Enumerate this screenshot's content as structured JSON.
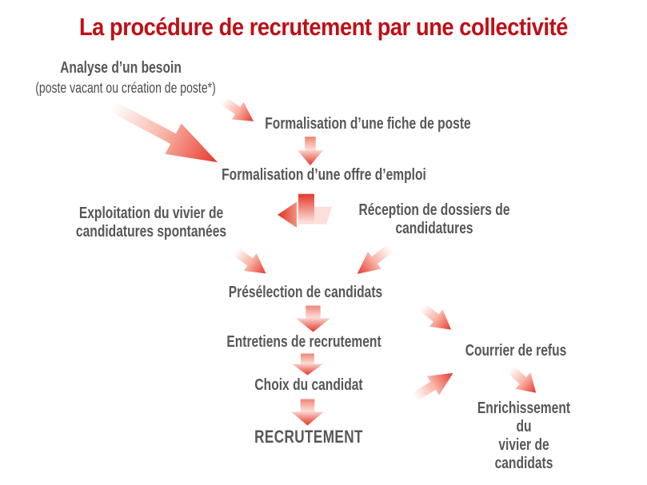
{
  "slide": {
    "title": "La procédure de recrutement par une collectivité",
    "title_color": "#bd1016",
    "text_color": "#575757",
    "arrow_color": "#e5382c",
    "background": "#ffffff"
  },
  "nodes": {
    "analyse": {
      "label": "Analyse d’un besoin",
      "note": "(poste vacant ou création de poste*)"
    },
    "fiche": {
      "label": "Formalisation d’une fiche de poste"
    },
    "offre": {
      "label": "Formalisation d’une offre d’emploi"
    },
    "vivier": {
      "label": "Exploitation du vivier de\ncandidatures spontanées"
    },
    "reception": {
      "label": "Réception de dossiers de\ncandidatures"
    },
    "preselection": {
      "label": "Présélection de candidats"
    },
    "entretiens": {
      "label": "Entretiens de recrutement"
    },
    "choix": {
      "label": "Choix du candidat"
    },
    "recrutement": {
      "label": "RECRUTEMENT"
    },
    "refus": {
      "label": "Courrier de refus"
    },
    "enrichissement": {
      "label": "Enrichissement du\nvivier de candidats"
    }
  },
  "edges": [
    {
      "from": "analyse",
      "to": "offre"
    },
    {
      "from": "analyse",
      "to": "fiche"
    },
    {
      "from": "fiche",
      "to": "offre"
    },
    {
      "from": "offre",
      "to": "preselection"
    },
    {
      "from": "vivier",
      "to": "preselection"
    },
    {
      "from": "reception",
      "to": "preselection"
    },
    {
      "from": "preselection",
      "to": "entretiens"
    },
    {
      "from": "entretiens",
      "to": "choix"
    },
    {
      "from": "choix",
      "to": "recrutement"
    },
    {
      "from": "entretiens",
      "to": "refus"
    },
    {
      "from": "choix",
      "to": "refus"
    },
    {
      "from": "refus",
      "to": "enrichissement"
    }
  ]
}
